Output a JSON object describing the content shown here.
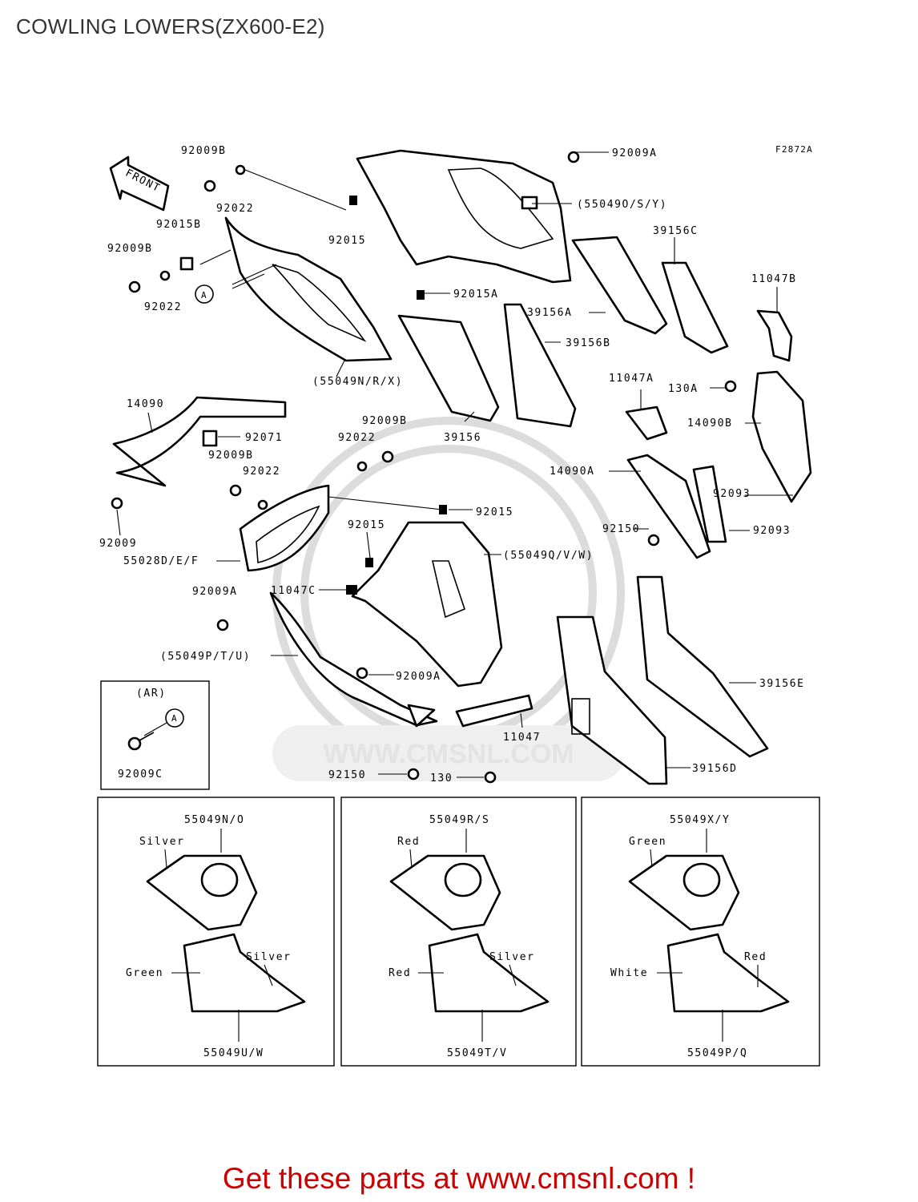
{
  "header": {
    "title": "COWLING LOWERS(ZX600-E2)"
  },
  "diagram": {
    "ref_code": "F2872A",
    "front_arrow": "FRONT",
    "callout_a": "A",
    "ar_box": {
      "title": "(AR)",
      "callout": "A",
      "part": "92009C"
    },
    "watermark": "WWW.CMSNL.COM",
    "part_labels": {
      "p92009A_top": "92009A",
      "p92009B_top": "92009B",
      "p92022_top": "92022",
      "p92015B": "92015B",
      "p92015_top": "92015",
      "p550490": "(55049O/S/Y)",
      "p39156C": "39156C",
      "p92009B_left": "92009B",
      "p92022_left": "92022",
      "p92015A": "92015A",
      "p39156A": "39156A",
      "p11047B": "11047B",
      "p39156B": "39156B",
      "p55049N": "(55049N/R/X)",
      "p11047A": "11047A",
      "p130A": "130A",
      "p14090": "14090",
      "p92009B_mid": "92009B",
      "p14090B": "14090B",
      "p92022_mid": "92022",
      "p92071": "92071",
      "p39156": "39156",
      "p92009B_mid2": "92009B",
      "p14090A": "14090A",
      "p92022_mid2": "92022",
      "p92093_a": "92093",
      "p92015_mid": "92015",
      "p92009": "92009",
      "p92015_mid2": "92015",
      "p92150_right": "92150",
      "p92093_b": "92093",
      "p55028": "55028D/E/F",
      "p55049Q": "(55049Q/V/W)",
      "p92009A_left": "92009A",
      "p11047C": "11047C",
      "p55049P": "(55049P/T/U)",
      "p92009A_mid": "92009A",
      "p39156E": "39156E",
      "p11047": "11047",
      "p92150_bottom": "92150",
      "p130": "130",
      "p39156D": "39156D"
    },
    "variants": [
      {
        "upper_part": "55049N/O",
        "upper_color": "Silver",
        "lower_left_color": "Green",
        "lower_right_color": "Silver",
        "lower_part": "55049U/W"
      },
      {
        "upper_part": "55049R/S",
        "upper_color": "Red",
        "lower_left_color": "Red",
        "lower_right_color": "Silver",
        "lower_part": "55049T/V"
      },
      {
        "upper_part": "55049X/Y",
        "upper_color": "Green",
        "lower_left_color": "White",
        "lower_right_color": "Red",
        "lower_part": "55049P/Q"
      }
    ]
  },
  "footer": {
    "text": "Get these parts at www.cmsnl.com !"
  }
}
